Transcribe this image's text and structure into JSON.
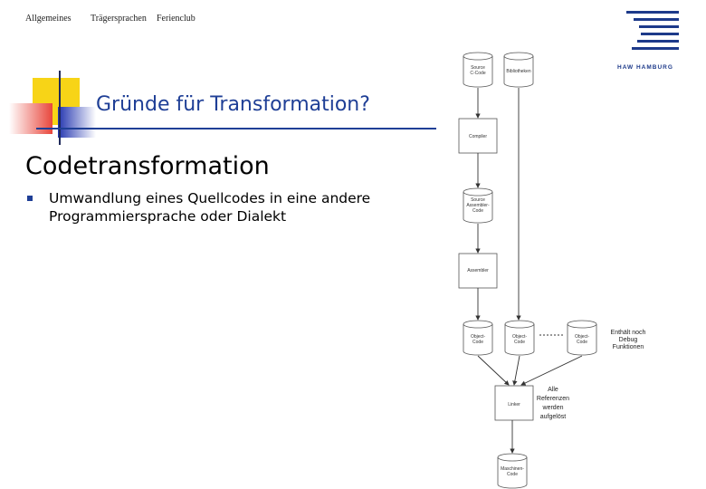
{
  "nav": {
    "item1": "Allgemeines",
    "item2": "Trägersprachen",
    "item3": "Ferienclub"
  },
  "logo": {
    "text": "HAW HAMBURG"
  },
  "slide": {
    "title": "Gründe für Transformation?",
    "heading": "Codetransformation",
    "bullet": "Umwandlung eines Quellcodes in eine andere Programmiersprache oder Dialekt"
  },
  "diagram": {
    "source_c": [
      "Source",
      "C-Code"
    ],
    "libraries": "Bibliotheken",
    "compiler": "Compiler",
    "source_asm": [
      "Source",
      "Assembler-",
      "Code"
    ],
    "assembler": "Assembler",
    "object1": [
      "Object-",
      "Code"
    ],
    "object2": [
      "Object-",
      "Code"
    ],
    "object3": [
      "Object-",
      "Code"
    ],
    "note_debug": [
      "Enthält noch",
      "Debug",
      "Funktionen"
    ],
    "linker": "Linker",
    "note_refs": [
      "Alle",
      "Referenzen",
      "werden",
      "aufgelöst"
    ],
    "machine_code": [
      "Maschinen-",
      "Code"
    ]
  },
  "colors": {
    "brand_blue": "#1f3f96",
    "deco_yellow": "#f7d417",
    "deco_red": "#e8463c",
    "deco_blue": "#2436b0"
  }
}
